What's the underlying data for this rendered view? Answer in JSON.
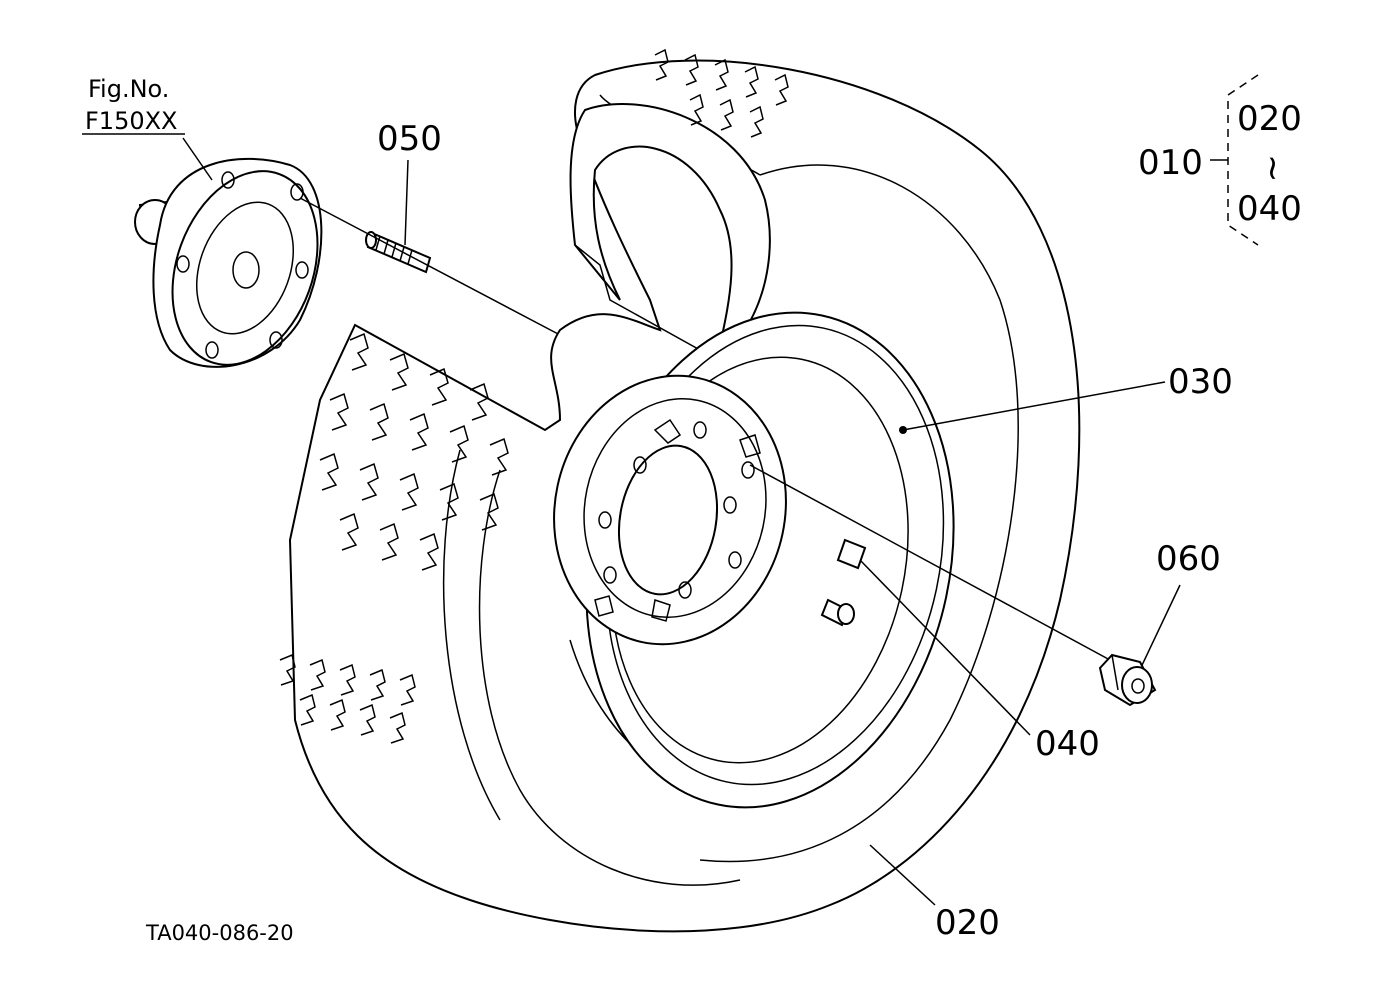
{
  "figure": {
    "fig_label": "Fig.No.",
    "fig_number": "F150XX",
    "drawing_code": "TA040-086-20"
  },
  "assembly": {
    "parent": "010",
    "range_start": "020",
    "range_tilde": "~",
    "range_end": "040"
  },
  "callouts": {
    "stud": "050",
    "rim": "030",
    "nut": "060",
    "valve": "040",
    "tire": "020"
  }
}
